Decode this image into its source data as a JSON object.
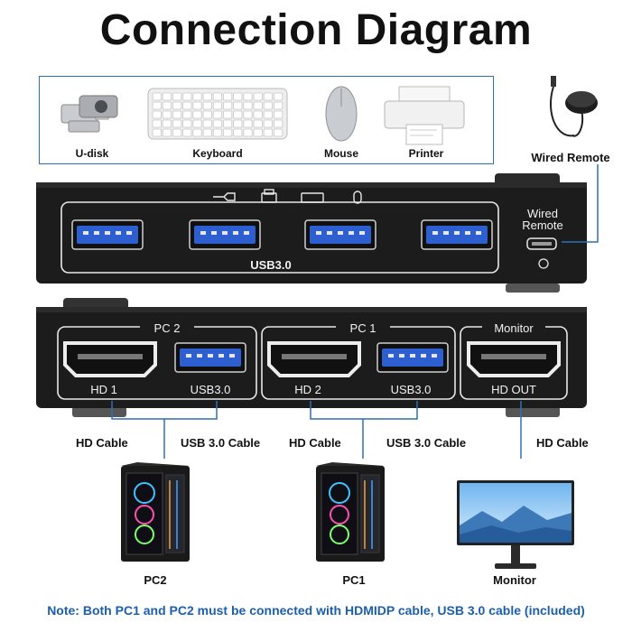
{
  "title": "Connection Diagram",
  "devices": [
    {
      "label": "U-disk"
    },
    {
      "label": "Keyboard"
    },
    {
      "label": "Mouse"
    },
    {
      "label": "Printer"
    }
  ],
  "wired_remote_label": "Wired Remote",
  "front_panel": {
    "port_group_label": "USB3.0",
    "remote_label_line1": "Wired",
    "remote_label_line2": "Remote"
  },
  "rear_panel": {
    "groups": [
      {
        "label": "PC 2",
        "hdmi_label": "HD 1",
        "usb_label": "USB3.0"
      },
      {
        "label": "PC 1",
        "hdmi_label": "HD 2",
        "usb_label": "USB3.0"
      },
      {
        "label": "Monitor",
        "hdmi_label": "HD OUT"
      }
    ]
  },
  "cables": {
    "hd_cable_1": "HD Cable",
    "usb_cable_1": "USB 3.0 Cable",
    "hd_cable_2": "HD Cable",
    "usb_cable_2": "USB 3.0 Cable",
    "hd_cable_3": "HD Cable"
  },
  "bottom_devices": [
    {
      "label": "PC2"
    },
    {
      "label": "PC1"
    },
    {
      "label": "Monitor"
    }
  ],
  "note": "Note: Both PC1 and PC2 must be connected with HDMIDP cable, USB 3.0 cable (included)",
  "colors": {
    "accent": "#2f6fb5",
    "note": "#1b5fad",
    "panel": "#1c1c1c",
    "usb_blue": "#2d5fd0"
  }
}
